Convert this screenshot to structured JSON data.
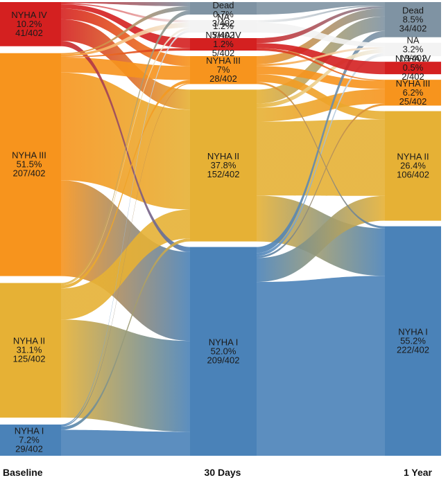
{
  "chart_data": {
    "type": "sankey",
    "total": 402,
    "colors": {
      "NYHA IV": "#d42020",
      "NYHA III": "#f7941d",
      "NYHA II": "#e6b135",
      "NYHA I": "#4a82b8",
      "NA": "#f3f3f3",
      "Dead": "#7f93a3"
    },
    "stages": [
      {
        "label": "Baseline",
        "nodes": [
          {
            "id": "NYHA IV",
            "line1": "NYHA IV",
            "line2": "10.2%",
            "line3": "41/402",
            "count": 41
          },
          {
            "id": "NYHA III",
            "line1": "NYHA III",
            "line2": "51.5%",
            "line3": "207/402",
            "count": 207
          },
          {
            "id": "NYHA II",
            "line1": "NYHA II",
            "line2": "31.1%",
            "line3": "125/402",
            "count": 125
          },
          {
            "id": "NYHA I",
            "line1": "NYHA I",
            "line2": "7.2%",
            "line3": "29/402",
            "count": 29
          }
        ]
      },
      {
        "label": "30 Days",
        "nodes": [
          {
            "id": "Dead",
            "line1": "Dead",
            "line2": "0.7%",
            "line3": "3/402",
            "count": 3
          },
          {
            "id": "NA",
            "line1": "NA",
            "line2": "1.2%",
            "line3": "5/402",
            "count": 5
          },
          {
            "id": "NYHA IV",
            "line1": "NYHA IV",
            "line2": "1.2%",
            "line3": "5/402",
            "count": 5
          },
          {
            "id": "NYHA III",
            "line1": "NYHA III",
            "line2": "7%",
            "line3": "28/402",
            "count": 28
          },
          {
            "id": "NYHA II",
            "line1": "NYHA II",
            "line2": "37.8%",
            "line3": "152/402",
            "count": 152
          },
          {
            "id": "NYHA I",
            "line1": "NYHA I",
            "line2": "52.0%",
            "line3": "209/402",
            "count": 209
          }
        ]
      },
      {
        "label": "1 Year",
        "nodes": [
          {
            "id": "Dead",
            "line1": "Dead",
            "line2": "8.5%",
            "line3": "34/402",
            "count": 34
          },
          {
            "id": "NA",
            "line1": "NA",
            "line2": "3.2%",
            "line3": "13/402",
            "count": 13
          },
          {
            "id": "NYHA IV",
            "line1": "NYHA IV",
            "line2": "0.5%",
            "line3": "2/402",
            "count": 2
          },
          {
            "id": "NYHA III",
            "line1": "NYHA III",
            "line2": "6.2%",
            "line3": "25/402",
            "count": 25
          },
          {
            "id": "NYHA II",
            "line1": "NYHA II",
            "line2": "26.4%",
            "line3": "106/402",
            "count": 106
          },
          {
            "id": "NYHA I",
            "line1": "NYHA I",
            "line2": "55.2%",
            "line3": "222/402",
            "count": 222
          }
        ]
      }
    ],
    "flows": [
      {
        "stage": 0,
        "from": "NYHA IV",
        "to": "Dead",
        "value": 1
      },
      {
        "stage": 0,
        "from": "NYHA IV",
        "to": "NA",
        "value": 1
      },
      {
        "stage": 0,
        "from": "NYHA IV",
        "to": "NYHA IV",
        "value": 4
      },
      {
        "stage": 0,
        "from": "NYHA IV",
        "to": "NYHA III",
        "value": 10
      },
      {
        "stage": 0,
        "from": "NYHA IV",
        "to": "NYHA II",
        "value": 20
      },
      {
        "stage": 0,
        "from": "NYHA IV",
        "to": "NYHA I",
        "value": 5
      },
      {
        "stage": 0,
        "from": "NYHA III",
        "to": "Dead",
        "value": 1
      },
      {
        "stage": 0,
        "from": "NYHA III",
        "to": "NA",
        "value": 2
      },
      {
        "stage": 0,
        "from": "NYHA III",
        "to": "NYHA IV",
        "value": 1
      },
      {
        "stage": 0,
        "from": "NYHA III",
        "to": "NYHA III",
        "value": 14
      },
      {
        "stage": 0,
        "from": "NYHA III",
        "to": "NYHA II",
        "value": 100
      },
      {
        "stage": 0,
        "from": "NYHA III",
        "to": "NYHA I",
        "value": 89
      },
      {
        "stage": 0,
        "from": "NYHA II",
        "to": "Dead",
        "value": 1
      },
      {
        "stage": 0,
        "from": "NYHA II",
        "to": "NA",
        "value": 1
      },
      {
        "stage": 0,
        "from": "NYHA II",
        "to": "NYHA III",
        "value": 3
      },
      {
        "stage": 0,
        "from": "NYHA II",
        "to": "NYHA II",
        "value": 29
      },
      {
        "stage": 0,
        "from": "NYHA II",
        "to": "NYHA I",
        "value": 91
      },
      {
        "stage": 0,
        "from": "NYHA I",
        "to": "NA",
        "value": 1
      },
      {
        "stage": 0,
        "from": "NYHA I",
        "to": "NYHA III",
        "value": 1
      },
      {
        "stage": 0,
        "from": "NYHA I",
        "to": "NYHA II",
        "value": 3
      },
      {
        "stage": 0,
        "from": "NYHA I",
        "to": "NYHA I",
        "value": 24
      },
      {
        "stage": 1,
        "from": "Dead",
        "to": "Dead",
        "value": 3
      },
      {
        "stage": 1,
        "from": "NA",
        "to": "Dead",
        "value": 1
      },
      {
        "stage": 1,
        "from": "NA",
        "to": "NA",
        "value": 4
      },
      {
        "stage": 1,
        "from": "NYHA IV",
        "to": "Dead",
        "value": 2
      },
      {
        "stage": 1,
        "from": "NYHA IV",
        "to": "NYHA IV",
        "value": 2
      },
      {
        "stage": 1,
        "from": "NYHA IV",
        "to": "NYHA III",
        "value": 1
      },
      {
        "stage": 1,
        "from": "NYHA III",
        "to": "Dead",
        "value": 8
      },
      {
        "stage": 1,
        "from": "NYHA III",
        "to": "NA",
        "value": 2
      },
      {
        "stage": 1,
        "from": "NYHA III",
        "to": "NYHA III",
        "value": 8
      },
      {
        "stage": 1,
        "from": "NYHA III",
        "to": "NYHA II",
        "value": 8
      },
      {
        "stage": 1,
        "from": "NYHA III",
        "to": "NYHA I",
        "value": 2
      },
      {
        "stage": 1,
        "from": "NYHA II",
        "to": "Dead",
        "value": 14
      },
      {
        "stage": 1,
        "from": "NYHA II",
        "to": "NA",
        "value": 4
      },
      {
        "stage": 1,
        "from": "NYHA II",
        "to": "NYHA III",
        "value": 14
      },
      {
        "stage": 1,
        "from": "NYHA II",
        "to": "NYHA II",
        "value": 74
      },
      {
        "stage": 1,
        "from": "NYHA II",
        "to": "NYHA I",
        "value": 46
      },
      {
        "stage": 1,
        "from": "NYHA I",
        "to": "Dead",
        "value": 6
      },
      {
        "stage": 1,
        "from": "NYHA I",
        "to": "NA",
        "value": 3
      },
      {
        "stage": 1,
        "from": "NYHA I",
        "to": "NYHA III",
        "value": 2
      },
      {
        "stage": 1,
        "from": "NYHA I",
        "to": "NYHA II",
        "value": 24
      },
      {
        "stage": 1,
        "from": "NYHA I",
        "to": "NYHA I",
        "value": 174
      }
    ]
  }
}
